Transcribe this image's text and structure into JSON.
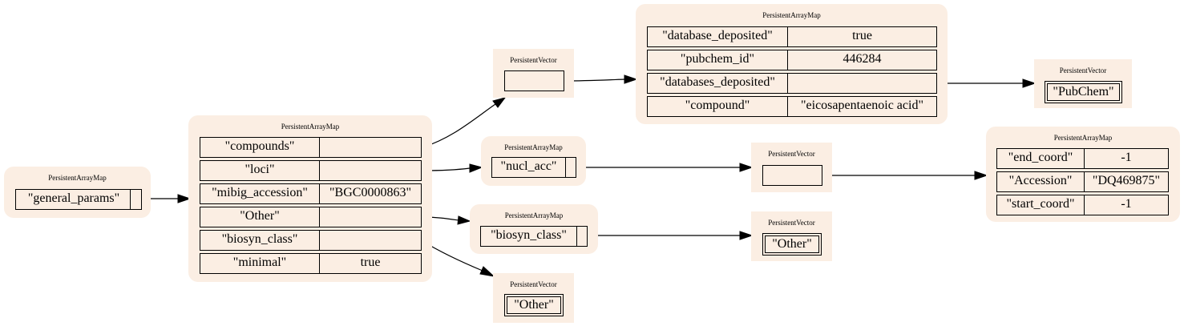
{
  "node_title": {
    "map": "PersistentArrayMap",
    "vector": "PersistentVector"
  },
  "root": {
    "key": "\"general_params\""
  },
  "params": {
    "rows": [
      {
        "key": "\"compounds\"",
        "value": ""
      },
      {
        "key": "\"loci\"",
        "value": ""
      },
      {
        "key": "\"mibig_accession\"",
        "value": "\"BGC0000863\""
      },
      {
        "key": "\"Other\"",
        "value": ""
      },
      {
        "key": "\"biosyn_class\"",
        "value": ""
      },
      {
        "key": "\"minimal\"",
        "value": "true"
      }
    ]
  },
  "compounds_vector": {
    "value": ""
  },
  "compound_map": {
    "rows": [
      {
        "key": "\"database_deposited\"",
        "value": "true"
      },
      {
        "key": "\"pubchem_id\"",
        "value": "446284"
      },
      {
        "key": "\"databases_deposited\"",
        "value": ""
      },
      {
        "key": "\"compound\"",
        "value": "\"eicosapentaenoic acid\""
      }
    ]
  },
  "databases_vector": {
    "value": "\"PubChem\""
  },
  "loci_map": {
    "key": "\"nucl_acc\""
  },
  "nucl_acc_vector": {
    "value": ""
  },
  "locus_map": {
    "rows": [
      {
        "key": "\"end_coord\"",
        "value": "-1"
      },
      {
        "key": "\"Accession\"",
        "value": "\"DQ469875\""
      },
      {
        "key": "\"start_coord\"",
        "value": "-1"
      }
    ]
  },
  "other_map": {
    "key": "\"biosyn_class\""
  },
  "other_class_vector": {
    "value": "\"Other\""
  },
  "biosyn_class_vector": {
    "value": "\"Other\""
  }
}
